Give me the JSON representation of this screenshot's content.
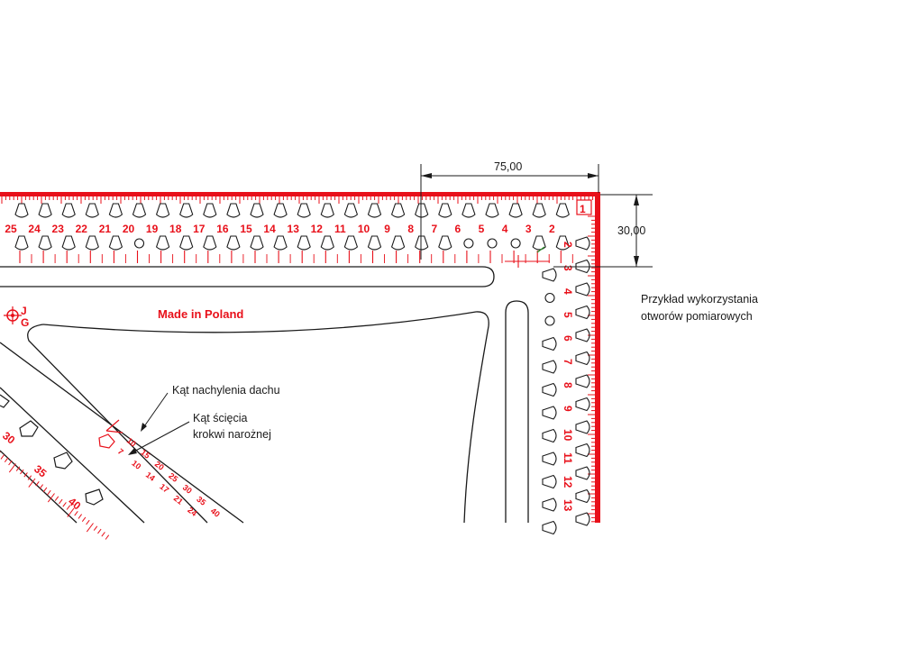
{
  "brand": {
    "made_in": "Made in Poland",
    "logo_letters": [
      "J",
      "G"
    ]
  },
  "dimensions": {
    "width_label": "75,00",
    "height_label": "30,00"
  },
  "annotations": {
    "example_line1": "Przykład wykorzystania",
    "example_line2": "otworów pomiarowych",
    "roof_pitch": "Kąt nachylenia dachu",
    "hip_cut_line1": "Kąt ścięcia",
    "hip_cut_line2": "krokwi narożnej"
  },
  "top_scale_numbers": [
    "25",
    "24",
    "23",
    "22",
    "21",
    "20",
    "19",
    "18",
    "17",
    "16",
    "15",
    "14",
    "13",
    "12",
    "11",
    "10",
    "9",
    "8",
    "7",
    "6",
    "5",
    "4",
    "3",
    "2"
  ],
  "corner_mark": "1",
  "right_scale_numbers": [
    "2",
    "3",
    "4",
    "5",
    "6",
    "7",
    "8",
    "9",
    "10",
    "11",
    "12",
    "13"
  ],
  "diagonal_outer_numbers": [
    "10",
    "15",
    "20",
    "25",
    "30",
    "35",
    "40"
  ],
  "diagonal_inner_numbers": [
    "7",
    "10",
    "14",
    "17",
    "21",
    "24"
  ],
  "left_scale_numbers": [
    "30",
    "35",
    "40"
  ],
  "colors": {
    "scale_red": "#e8101a",
    "outline": "#1a1a1a"
  }
}
